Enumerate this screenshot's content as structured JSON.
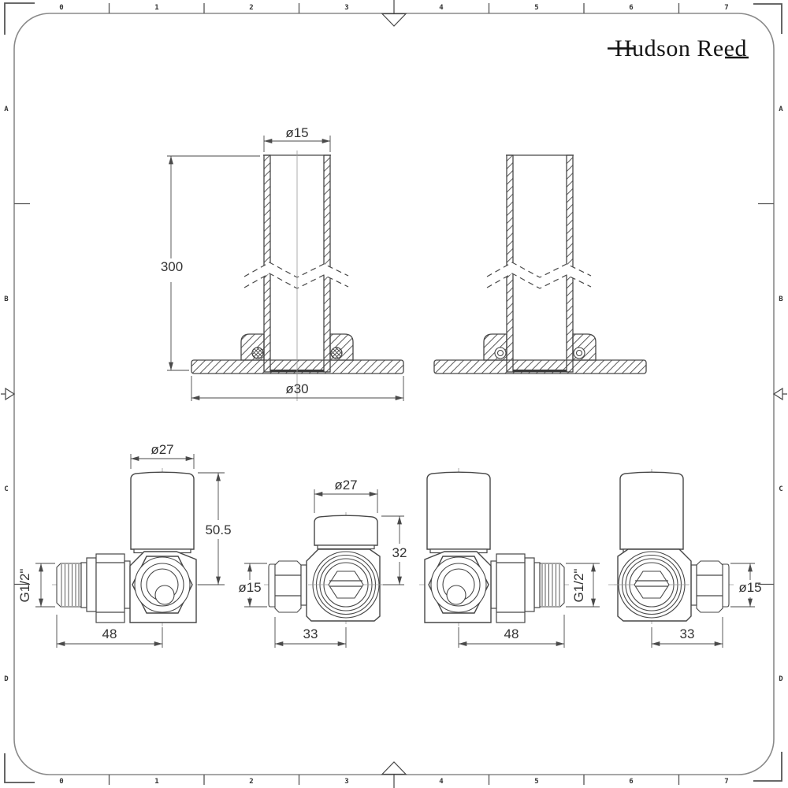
{
  "brand": {
    "name": "Hudson Reed"
  },
  "colors": {
    "drawing_line": "#474747",
    "dimension_text": "#333333",
    "frame": "#8a8a8a",
    "brand_text": "#151515"
  },
  "sheet": {
    "top_ruler": [
      "0",
      "1",
      "2",
      "3",
      "4",
      "5",
      "6",
      "7"
    ],
    "bottom_ruler": [
      "0",
      "1",
      "2",
      "3",
      "4",
      "5",
      "6",
      "7"
    ],
    "left_ruler": [
      "A",
      "B",
      "C",
      "D"
    ],
    "right_ruler": [
      "A",
      "B",
      "C",
      "D"
    ]
  },
  "drawings": {
    "wall_plate_pipe": {
      "diameter_top": "ø15",
      "length": "300",
      "diameter_base": "ø30"
    },
    "corner_valve_side_left": {
      "head_diameter": "ø27",
      "height": "50.5",
      "thread": "G1/2\"",
      "depth": "48"
    },
    "corner_valve_front_left": {
      "head_diameter": "ø27",
      "height": "32",
      "pipe_diameter": "ø15",
      "depth": "33"
    },
    "corner_valve_side_right": {
      "thread": "G1/2\"",
      "depth": "48"
    },
    "corner_valve_front_right": {
      "pipe_diameter": "ø15",
      "depth": "33"
    }
  }
}
